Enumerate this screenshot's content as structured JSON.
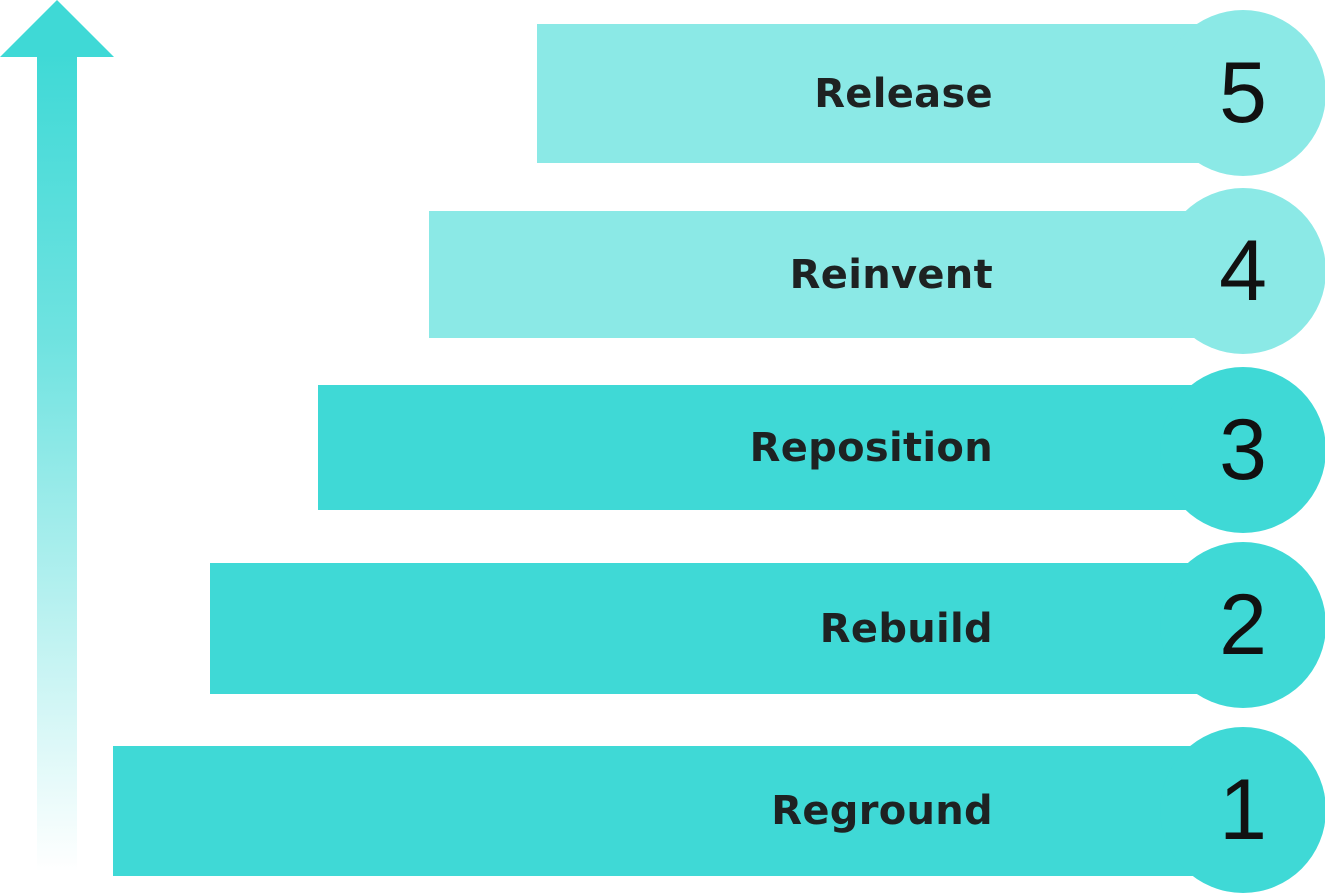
{
  "colors": {
    "dark": "#3fd9d6",
    "light": "#8be9e6",
    "text": "#1e2222",
    "arrow": "#3fd9d6"
  },
  "arrow": {
    "icon": "up-arrow-icon"
  },
  "steps": [
    {
      "number": "1",
      "label": "Reground",
      "tone": "dark"
    },
    {
      "number": "2",
      "label": "Rebuild",
      "tone": "dark"
    },
    {
      "number": "3",
      "label": "Reposition",
      "tone": "dark"
    },
    {
      "number": "4",
      "label": "Reinvent",
      "tone": "light"
    },
    {
      "number": "5",
      "label": "Release",
      "tone": "light"
    }
  ]
}
